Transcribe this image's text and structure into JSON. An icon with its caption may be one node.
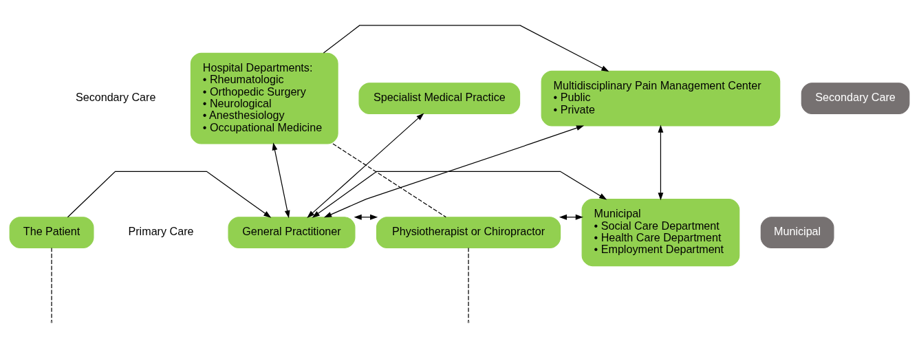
{
  "diagram": {
    "nodes": [
      {
        "text": [
          "Secondary Care"
        ]
      },
      {
        "text": [
          "Primary Care"
        ]
      },
      {
        "text": [
          "The Patient"
        ]
      },
      {
        "text": [
          "Hospital Departments:",
          "• Rheumatologic",
          "• Orthopedic Surgery",
          "• Neurological",
          "• Anesthesiology",
          "• Occupational Medicine"
        ]
      },
      {
        "text": [
          "Specialist Medical Practice"
        ]
      },
      {
        "text": [
          "Multidisciplinary Pain Management Center",
          "• Public",
          "• Private"
        ]
      },
      {
        "text": [
          "General Practitioner"
        ]
      },
      {
        "text": [
          "Physiotherapist or Chiropractor"
        ]
      },
      {
        "text": [
          "Municipal",
          "• Social Care Department",
          "• Health Care Department",
          "• Employment Department"
        ]
      },
      {
        "text": [
          "Secondary Care"
        ]
      },
      {
        "text": [
          "Municipal"
        ]
      }
    ],
    "edges": [
      {
        "from": 3,
        "to": 5,
        "arrow": "to"
      },
      {
        "from": 2,
        "to": 6,
        "arrow": "to"
      },
      {
        "from": 3,
        "to": 6,
        "arrow": "both"
      },
      {
        "from": 6,
        "to": 4,
        "arrow": "both"
      },
      {
        "from": 6,
        "to": 5,
        "arrow": "both"
      },
      {
        "from": 5,
        "to": 8,
        "arrow": "both"
      },
      {
        "from": 3,
        "to": 7,
        "arrow": "none",
        "style": "dashed"
      },
      {
        "from": 6,
        "to": 7,
        "arrow": "both"
      },
      {
        "from": 7,
        "to": 8,
        "arrow": "both"
      },
      {
        "from": 6,
        "to": 8,
        "arrow": "both"
      },
      {
        "from": 7,
        "to": null,
        "arrow": "none",
        "style": "dashed"
      },
      {
        "from": 2,
        "to": null,
        "arrow": "none",
        "style": "dashed"
      }
    ]
  }
}
